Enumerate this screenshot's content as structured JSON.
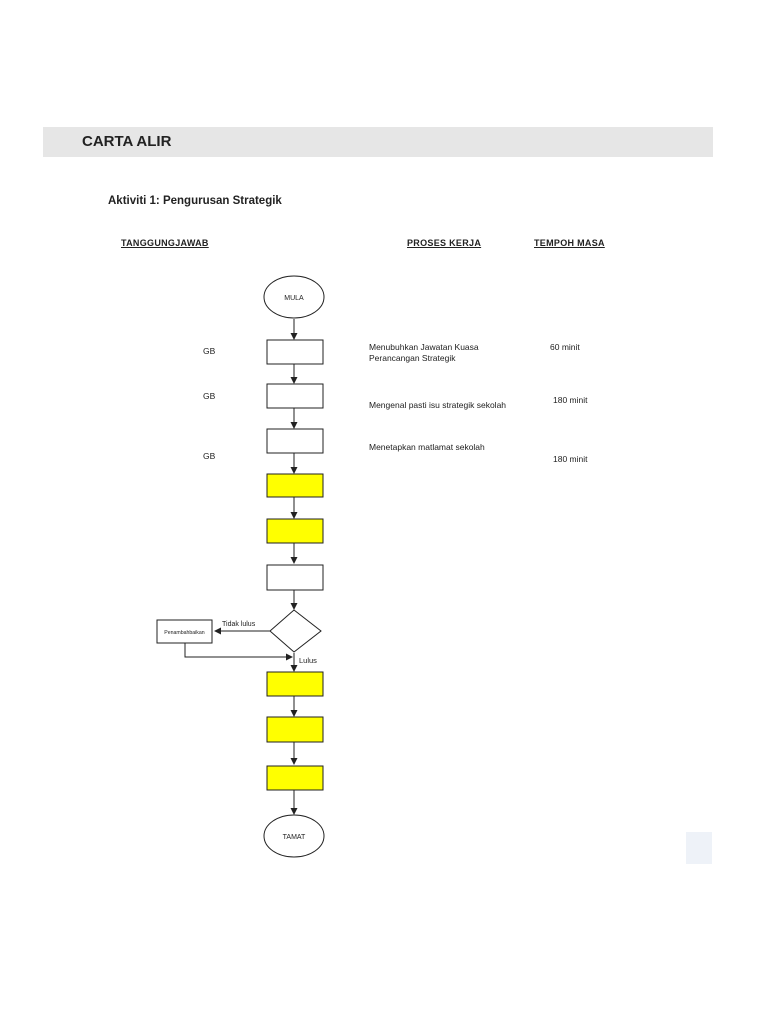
{
  "header": {
    "title": "CARTA ALIR"
  },
  "activity": {
    "title": "Aktiviti 1: Pengurusan Strategik"
  },
  "columns": {
    "responsibility": "TANGGUNGJAWAB",
    "process": "PROSES KERJA",
    "duration": "TEMPOH MASA"
  },
  "flow": {
    "start_label": "MULA",
    "end_label": "TAMAT",
    "decision_no_label": "Tidak lulus",
    "decision_yes_label": "Lulus",
    "revise_label": "Penambahbaikan",
    "fill_white": "#ffffff",
    "fill_highlight": "#ffff00"
  },
  "steps": [
    {
      "responsibility": "GB",
      "process": "Menubuhkan Jawatan Kuasa Perancangan Strategik",
      "duration": "60 minit"
    },
    {
      "responsibility": "GB",
      "process": "Mengenal pasti isu strategik sekolah",
      "duration": "180 minit"
    },
    {
      "responsibility": "GB",
      "process": "Menetapkan matlamat sekolah",
      "duration": "180 minit"
    }
  ]
}
